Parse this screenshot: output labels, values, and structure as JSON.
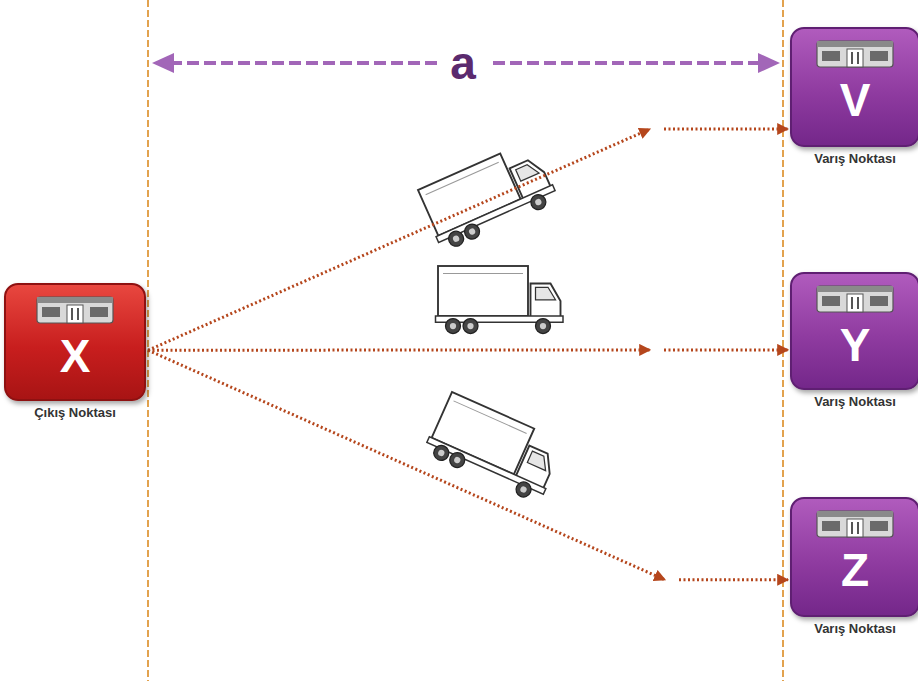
{
  "diagram": {
    "nodes": [
      {
        "text": [
          "X",
          "Çıkış Noktası"
        ]
      },
      {
        "text": [
          "V",
          "Varış Noktası"
        ]
      },
      {
        "text": [
          "Y",
          "Varış Noktası"
        ]
      },
      {
        "text": [
          "Z",
          "Varış Noktası"
        ]
      }
    ],
    "edges": [
      {
        "from": 0,
        "to": 1,
        "arrow": "to"
      },
      {
        "from": 0,
        "to": 2,
        "arrow": "to"
      },
      {
        "from": 0,
        "to": 3,
        "arrow": "to"
      }
    ],
    "labels": [
      "a"
    ]
  }
}
